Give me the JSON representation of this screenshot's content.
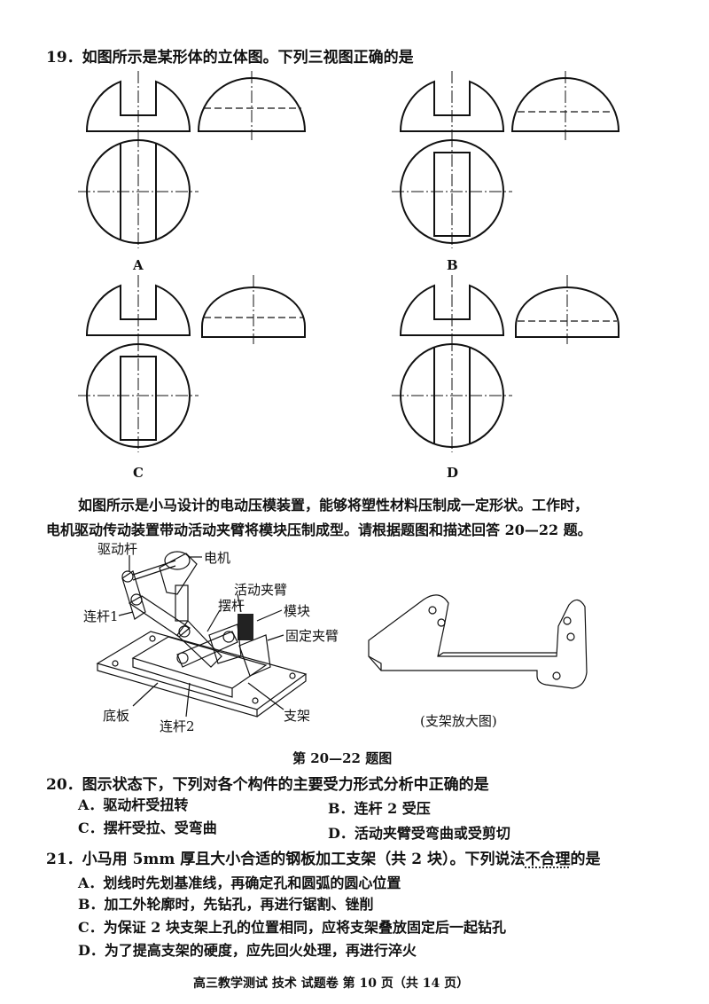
{
  "q19": {
    "title": "19．如图所示是某形体的立体图。下列三视图正确的是",
    "options": [
      "A",
      "B",
      "C",
      "D"
    ]
  },
  "intro": {
    "line1": "如图所示是小马设计的电动压模装置，能够将塑性材料压制成一定形状。工作时，",
    "line2": "电机驱动传动装置带动活动夹臂将模块压制成型。请根据题图和描述回答 20—22 题。"
  },
  "figure": {
    "labels": {
      "drive_rod": "驱动杆",
      "motor": "电机",
      "movable_arm": "活动夹臂",
      "swing_rod": "摆杆",
      "mold": "模块",
      "link1": "连杆1",
      "fixed_arm": "固定夹臂",
      "base": "底板",
      "link2": "连杆2",
      "bracket": "支架"
    },
    "bracket_caption": "(支架放大图)",
    "caption": "第 20—22 题图"
  },
  "q20": {
    "title": "20．图示状态下，下列对各个构件的主要受力形式分析中正确的是",
    "A": "A．驱动杆受扭转",
    "B": "B．连杆 2 受压",
    "C": "C．摆杆受拉、受弯曲",
    "D": "D．活动夹臂受弯曲或受剪切"
  },
  "q21": {
    "title_pre": "21．小马用 5mm 厚且大小合适的钢板加工支架（共 2 块）。下列说法",
    "title_emph": "不合理",
    "title_post": "的是",
    "A": "A．划线时先划基准线，再确定孔和圆弧的圆心位置",
    "B": "B．加工外轮廓时，先钻孔，再进行锯割、锉削",
    "C": "C．为保证 2 块支架上孔的位置相同，应将支架叠放固定后一起钻孔",
    "D": "D．为了提高支架的硬度，应先回火处理，再进行淬火"
  },
  "footer": "高三教学测试  技术  试题卷   第 10 页（共 14 页）"
}
